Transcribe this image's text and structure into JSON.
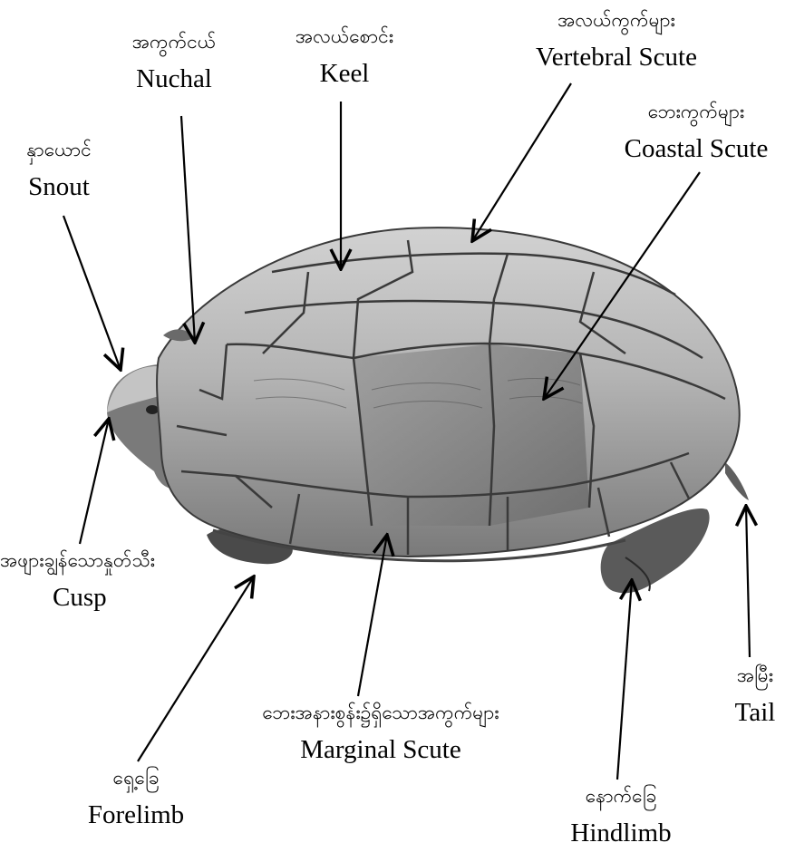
{
  "labels": {
    "nuchal": {
      "my": "အကွက်ငယ်",
      "en": "Nuchal"
    },
    "keel": {
      "my": "အလယ်စောင်း",
      "en": "Keel"
    },
    "vertebral": {
      "my": "အလယ်ကွက်များ",
      "en": "Vertebral Scute"
    },
    "coastal": {
      "my": "ဘေးကွက်များ",
      "en": "Coastal Scute"
    },
    "snout": {
      "my": "နှာယောင်",
      "en": "Snout"
    },
    "cusp": {
      "my": "အဖျားချွန်သောနှုတ်သီး",
      "en": "Cusp"
    },
    "tail": {
      "my": "အမြီး",
      "en": "Tail"
    },
    "marginal": {
      "my": "ဘေးအနားစွန်း၌ရှိသောအကွက်များ",
      "en": "Marginal Scute"
    },
    "forelimb": {
      "my": "ရှေ့ခြေ",
      "en": "Forelimb"
    },
    "hindlimb": {
      "my": "နောက်ခြေ",
      "en": "Hindlimb"
    }
  },
  "colors": {
    "shell_light": "#cfcfcf",
    "shell_dark": "#6e6e6e",
    "scute_line": "#3a3a3a",
    "arrow": "#000000"
  }
}
